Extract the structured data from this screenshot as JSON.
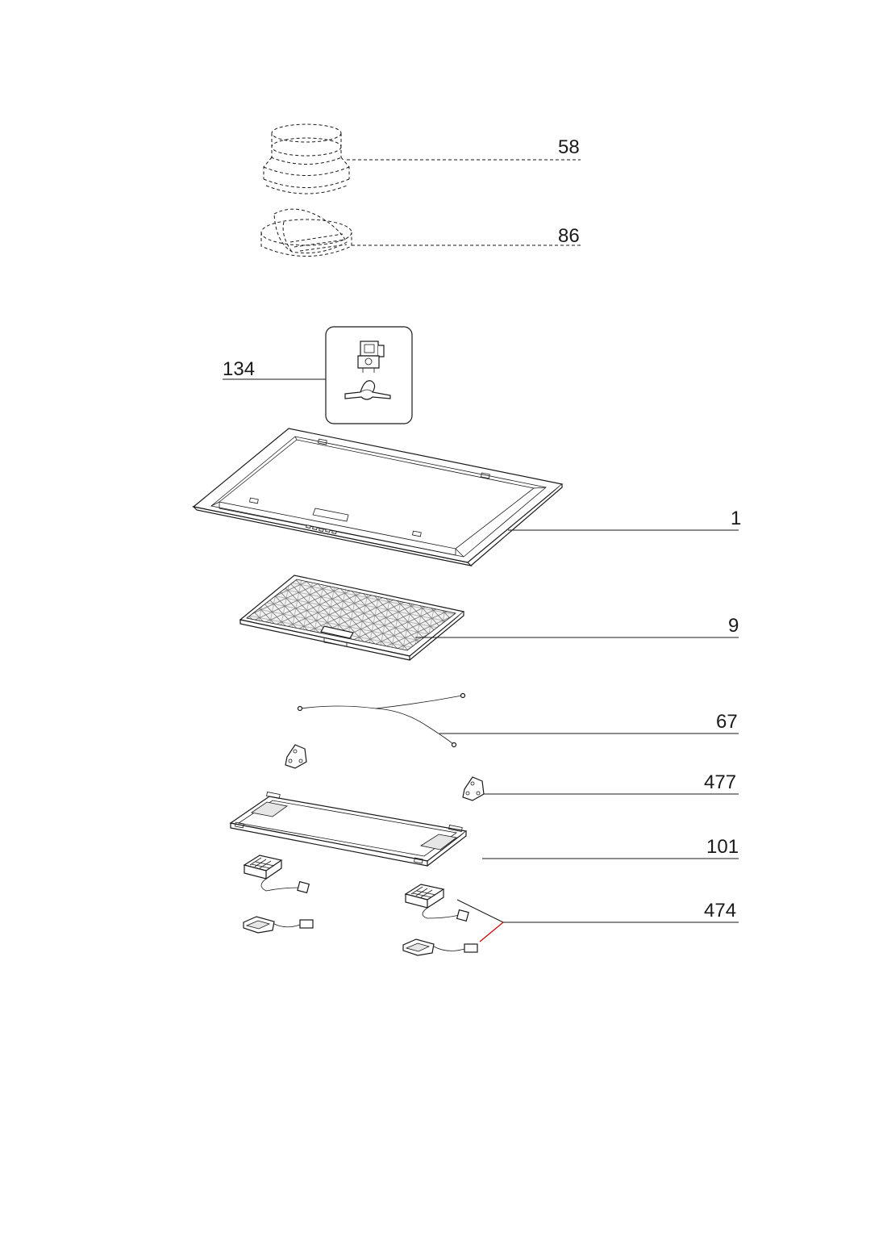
{
  "diagram": {
    "labels": {
      "p58": "58",
      "p86": "86",
      "p134": "134",
      "p1": "1",
      "p9": "9",
      "p67": "67",
      "p477": "477",
      "p101": "101",
      "p474": "474"
    },
    "colors": {
      "line": "#1a1a1a",
      "leader_accent": "#cc0000",
      "background": "#ffffff"
    }
  }
}
